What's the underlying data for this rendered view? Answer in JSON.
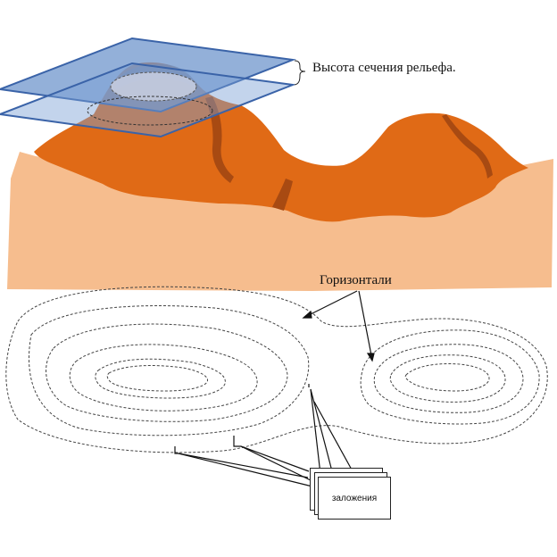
{
  "labels": {
    "section_height": "Высота сечения рельефа.",
    "contour_lines": "Горизонтали",
    "horizontal_spacing": "заложения"
  },
  "colors": {
    "ground": "#f6bd8e",
    "hill": "#e06a16",
    "hill_shadow": "#a84a12",
    "plane_fill": "#6f96cc",
    "plane_stroke": "#3a63a8",
    "contour": "#444444"
  }
}
